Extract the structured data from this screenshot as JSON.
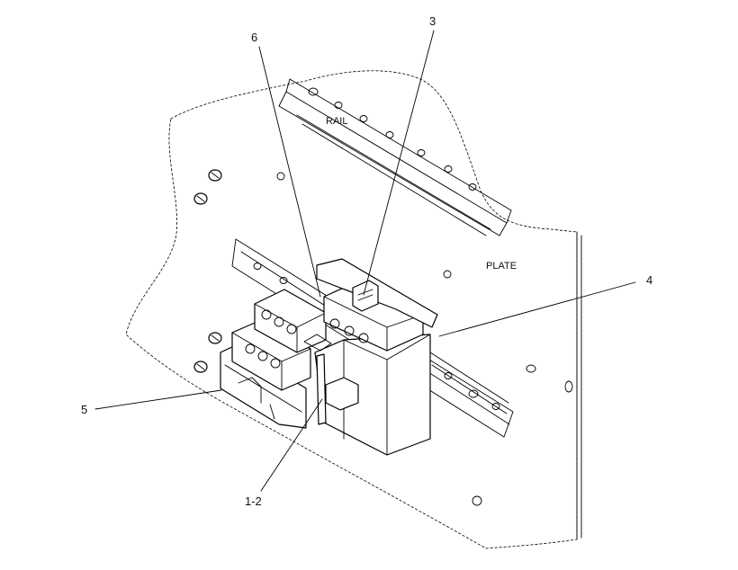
{
  "labels": {
    "rail": "RAIL",
    "plate": "PLATE"
  },
  "callouts": {
    "c3": "3",
    "c4": "4",
    "c5": "5",
    "c6": "6",
    "c12": "1-2"
  },
  "colors": {
    "ink": "#000000",
    "paper": "#ffffff"
  }
}
